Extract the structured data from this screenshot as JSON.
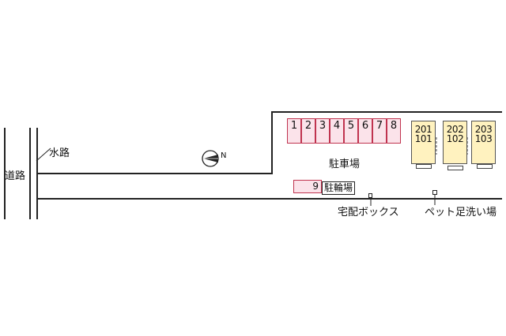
{
  "labels": {
    "road": "道路",
    "waterway": "水路",
    "parking": "駐車場",
    "bike_parking": "駐輪場",
    "delivery_box": "宅配ボックス",
    "pet_wash": "ペット足洗い場",
    "compass_north": "N"
  },
  "parking_spots": [
    "1",
    "2",
    "3",
    "4",
    "5",
    "6",
    "7",
    "8"
  ],
  "extra_spot": "9",
  "units": [
    {
      "upper": "201",
      "lower": "101"
    },
    {
      "upper": "202",
      "lower": "102"
    },
    {
      "upper": "203",
      "lower": "103"
    }
  ],
  "colors": {
    "spot_fill": "#fbe3ea",
    "spot_border": "#c0334f",
    "unit_fill": "#fff2bf"
  }
}
